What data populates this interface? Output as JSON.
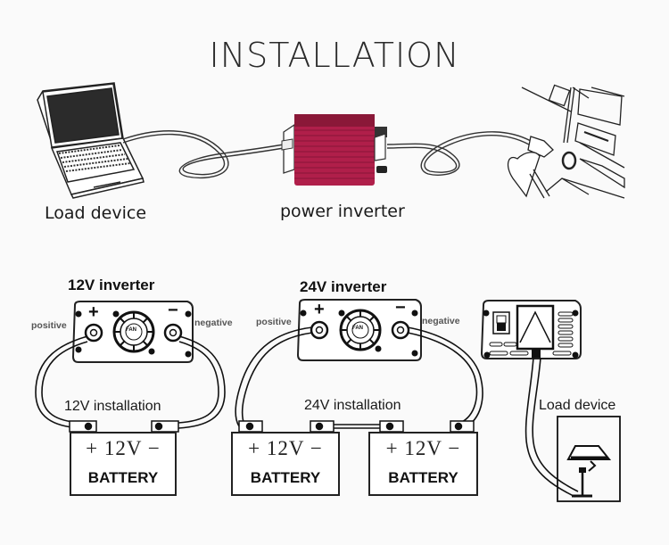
{
  "title": "INSTALLATION",
  "top_section": {
    "load_device_label": "Load device",
    "power_inverter_label": "power inverter",
    "colors": {
      "inverter_body": "#b01f4a",
      "inverter_shade": "#7d1234"
    }
  },
  "inverter_12v": {
    "title": "12V inverter",
    "positive_label": "positive",
    "negative_label": "negative",
    "plus_symbol": "+",
    "minus_symbol": "−",
    "fan_label": "FAN",
    "installation_label": "12V installation",
    "batteries": [
      {
        "voltage": "+ 12V −",
        "name": "BATTERY"
      }
    ]
  },
  "inverter_24v": {
    "title": "24V inverter",
    "positive_label": "positive",
    "negative_label": "negative",
    "plus_symbol": "+",
    "minus_symbol": "−",
    "fan_label": "FAN",
    "installation_label": "24V installation",
    "batteries": [
      {
        "voltage": "+ 12V −",
        "name": "BATTERY"
      },
      {
        "voltage": "+ 12V −",
        "name": "BATTERY"
      }
    ]
  },
  "output_side": {
    "load_device_label": "Load device",
    "load_icon": "lamp-icon"
  }
}
